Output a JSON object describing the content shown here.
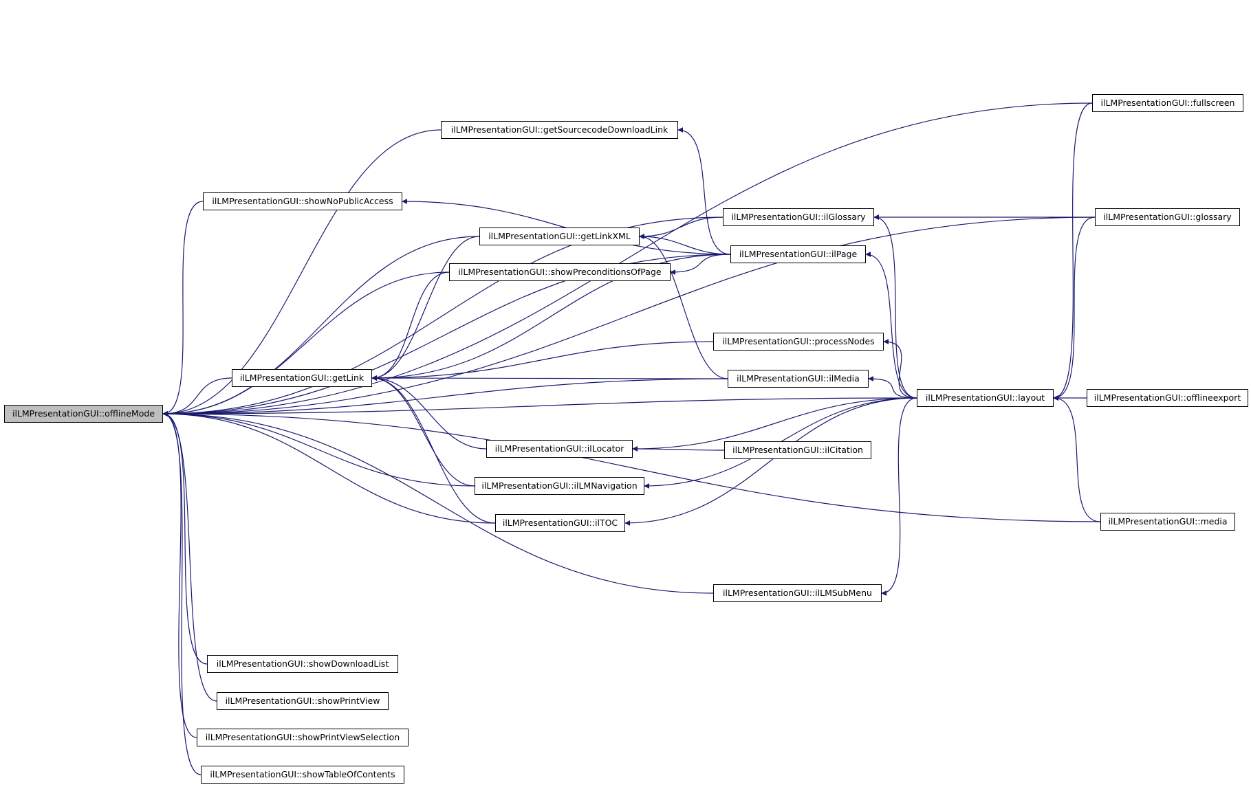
{
  "graph": {
    "type": "call-graph",
    "direction": "right-to-left",
    "edge_color": "#191970",
    "node_border_color": "#000000",
    "root_fill": "#bfbfbf",
    "nodes": {
      "offlineMode": "ilLMPresentationGUI::offlineMode",
      "getLink": "ilLMPresentationGUI::getLink",
      "showNoPublicAccess": "ilLMPresentationGUI::showNoPublicAccess",
      "getSourcecodeDownloadLink": "ilLMPresentationGUI::getSourcecodeDownloadLink",
      "getLinkXML": "ilLMPresentationGUI::getLinkXML",
      "showPreconditionsOfPage": "ilLMPresentationGUI::showPreconditionsOfPage",
      "ilLocator": "ilLMPresentationGUI::ilLocator",
      "ilLMNavigation": "ilLMPresentationGUI::ilLMNavigation",
      "ilTOC": "ilLMPresentationGUI::ilTOC",
      "showDownloadList": "ilLMPresentationGUI::showDownloadList",
      "showPrintView": "ilLMPresentationGUI::showPrintView",
      "showPrintViewSelection": "ilLMPresentationGUI::showPrintViewSelection",
      "showTableOfContents": "ilLMPresentationGUI::showTableOfContents",
      "ilGlossary": "ilLMPresentationGUI::ilGlossary",
      "ilPage": "ilLMPresentationGUI::ilPage",
      "processNodes": "ilLMPresentationGUI::processNodes",
      "ilMedia": "ilLMPresentationGUI::ilMedia",
      "ilCitation": "ilLMPresentationGUI::ilCitation",
      "ilLMSubMenu": "ilLMPresentationGUI::ilLMSubMenu",
      "layout": "ilLMPresentationGUI::layout",
      "fullscreen": "ilLMPresentationGUI::fullscreen",
      "glossary": "ilLMPresentationGUI::glossary",
      "offlineexport": "ilLMPresentationGUI::offlineexport",
      "media": "ilLMPresentationGUI::media"
    },
    "edges": [
      [
        "offlineMode",
        "fullscreen"
      ],
      [
        "offlineMode",
        "glossary"
      ],
      [
        "offlineMode",
        "ilGlossary"
      ],
      [
        "offlineMode",
        "getSourcecodeDownloadLink"
      ],
      [
        "offlineMode",
        "ilPage"
      ],
      [
        "offlineMode",
        "showNoPublicAccess"
      ],
      [
        "offlineMode",
        "getLinkXML"
      ],
      [
        "offlineMode",
        "showPreconditionsOfPage"
      ],
      [
        "offlineMode",
        "getLink"
      ],
      [
        "offlineMode",
        "ilMedia"
      ],
      [
        "offlineMode",
        "ilLMNavigation"
      ],
      [
        "offlineMode",
        "ilTOC"
      ],
      [
        "offlineMode",
        "layout"
      ],
      [
        "offlineMode",
        "ilLMSubMenu"
      ],
      [
        "offlineMode",
        "media"
      ],
      [
        "offlineMode",
        "showDownloadList"
      ],
      [
        "offlineMode",
        "showPrintView"
      ],
      [
        "offlineMode",
        "showPrintViewSelection"
      ],
      [
        "offlineMode",
        "showTableOfContents"
      ],
      [
        "getLink",
        "getLinkXML"
      ],
      [
        "getLink",
        "showPreconditionsOfPage"
      ],
      [
        "getLink",
        "ilPage"
      ],
      [
        "getLink",
        "processNodes"
      ],
      [
        "getLink",
        "ilMedia"
      ],
      [
        "getLink",
        "ilLocator"
      ],
      [
        "getLink",
        "ilLMNavigation"
      ],
      [
        "getLink",
        "ilTOC"
      ],
      [
        "showNoPublicAccess",
        "ilPage"
      ],
      [
        "getSourcecodeDownloadLink",
        "ilPage"
      ],
      [
        "getLinkXML",
        "ilGlossary"
      ],
      [
        "getLinkXML",
        "ilPage"
      ],
      [
        "getLinkXML",
        "ilMedia"
      ],
      [
        "showPreconditionsOfPage",
        "ilPage"
      ],
      [
        "ilGlossary",
        "glossary"
      ],
      [
        "ilGlossary",
        "layout"
      ],
      [
        "ilPage",
        "layout"
      ],
      [
        "processNodes",
        "layout"
      ],
      [
        "ilMedia",
        "layout"
      ],
      [
        "ilLocator",
        "layout"
      ],
      [
        "ilLocator",
        "ilCitation"
      ],
      [
        "ilLMNavigation",
        "layout"
      ],
      [
        "ilTOC",
        "layout"
      ],
      [
        "ilLMSubMenu",
        "layout"
      ],
      [
        "layout",
        "fullscreen"
      ],
      [
        "layout",
        "glossary"
      ],
      [
        "layout",
        "offlineexport"
      ],
      [
        "layout",
        "media"
      ]
    ]
  }
}
